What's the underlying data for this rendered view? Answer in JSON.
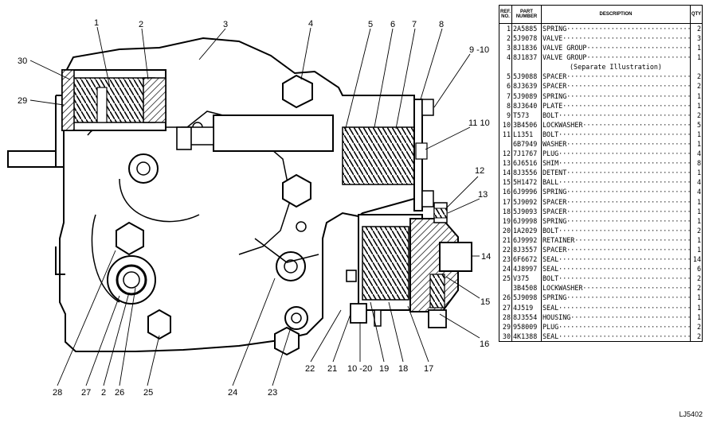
{
  "callouts": [
    {
      "id": "c1",
      "text": "1"
    },
    {
      "id": "c2",
      "text": "2"
    },
    {
      "id": "c3",
      "text": "3"
    },
    {
      "id": "c4",
      "text": "4"
    },
    {
      "id": "c5",
      "text": "5"
    },
    {
      "id": "c6",
      "text": "6"
    },
    {
      "id": "c7",
      "text": "7"
    },
    {
      "id": "c8",
      "text": "8"
    },
    {
      "id": "c9",
      "text": "9 -10"
    },
    {
      "id": "c11",
      "text": "11 10"
    },
    {
      "id": "c12",
      "text": "12"
    },
    {
      "id": "c13",
      "text": "13"
    },
    {
      "id": "c14",
      "text": "14"
    },
    {
      "id": "c15",
      "text": "15"
    },
    {
      "id": "c16",
      "text": "16"
    },
    {
      "id": "c17",
      "text": "17"
    },
    {
      "id": "c18",
      "text": "18"
    },
    {
      "id": "c19",
      "text": "19"
    },
    {
      "id": "c10",
      "text": "10 -20"
    },
    {
      "id": "c21",
      "text": "21"
    },
    {
      "id": "c22",
      "text": "22"
    },
    {
      "id": "c23",
      "text": "23"
    },
    {
      "id": "c24",
      "text": "24"
    },
    {
      "id": "c25",
      "text": "25"
    },
    {
      "id": "c26",
      "text": "26"
    },
    {
      "id": "c2b",
      "text": "2"
    },
    {
      "id": "c27",
      "text": "27"
    },
    {
      "id": "c28",
      "text": "28"
    },
    {
      "id": "c29",
      "text": "29"
    },
    {
      "id": "c30",
      "text": "30"
    }
  ],
  "parts_table": {
    "headers": {
      "ref": "REF. NO.",
      "part": "PART NUMBER",
      "desc": "DESCRIPTION",
      "qty": "QTY"
    },
    "rows": [
      {
        "ref": "1",
        "part": "2A5885",
        "desc": "SPRING",
        "qty": "2"
      },
      {
        "ref": "2",
        "part": "5J9078",
        "desc": "VALVE",
        "qty": "3"
      },
      {
        "ref": "3",
        "part": "8J1836",
        "desc": "VALVE GROUP",
        "qty": "1"
      },
      {
        "ref": "4",
        "part": "8J1837",
        "desc": "VALVE GROUP",
        "qty": "1"
      },
      {
        "ref": "",
        "part": "",
        "desc": "(Separate Illustration)",
        "qty": ""
      },
      {
        "ref": "5",
        "part": "5J9088",
        "desc": "SPACER",
        "qty": "2"
      },
      {
        "ref": "6",
        "part": "8J3639",
        "desc": "SPACER",
        "qty": "2"
      },
      {
        "ref": "7",
        "part": "5J9089",
        "desc": "SPRING",
        "qty": "1"
      },
      {
        "ref": "8",
        "part": "8J3640",
        "desc": "PLATE",
        "qty": "1"
      },
      {
        "ref": "9",
        "part": "T573",
        "desc": "BOLT",
        "qty": "2"
      },
      {
        "ref": "10",
        "part": "3B4506",
        "desc": "LOCKWASHER",
        "qty": "5"
      },
      {
        "ref": "11",
        "part": "L1351",
        "desc": "BOLT",
        "qty": "1"
      },
      {
        "ref": "",
        "part": "6B7949",
        "desc": "WASHER",
        "qty": "1"
      },
      {
        "ref": "12",
        "part": "7J1767",
        "desc": "PLUG",
        "qty": "4"
      },
      {
        "ref": "13",
        "part": "6J6516",
        "desc": "SHIM",
        "qty": "8"
      },
      {
        "ref": "14",
        "part": "8J3556",
        "desc": "DETENT",
        "qty": "1"
      },
      {
        "ref": "15",
        "part": "5H1472",
        "desc": "BALL",
        "qty": "4"
      },
      {
        "ref": "16",
        "part": "6J9996",
        "desc": "SPRING",
        "qty": "4"
      },
      {
        "ref": "17",
        "part": "5J9092",
        "desc": "SPACER",
        "qty": "1"
      },
      {
        "ref": "18",
        "part": "5J9093",
        "desc": "SPACER",
        "qty": "1"
      },
      {
        "ref": "19",
        "part": "6J9998",
        "desc": "SPRING",
        "qty": "1"
      },
      {
        "ref": "20",
        "part": "1A2029",
        "desc": "BOLT",
        "qty": "2"
      },
      {
        "ref": "21",
        "part": "6J9992",
        "desc": "RETAINER",
        "qty": "1"
      },
      {
        "ref": "22",
        "part": "8J3557",
        "desc": "SPACER",
        "qty": "1"
      },
      {
        "ref": "23",
        "part": "6F6672",
        "desc": "SEAL",
        "qty": "14"
      },
      {
        "ref": "24",
        "part": "4J8997",
        "desc": "SEAL",
        "qty": "6"
      },
      {
        "ref": "25",
        "part": "V375",
        "desc": "BOLT",
        "qty": "2"
      },
      {
        "ref": "",
        "part": "3B4508",
        "desc": "LOCKWASHER",
        "qty": "2"
      },
      {
        "ref": "26",
        "part": "5J9098",
        "desc": "SPRING",
        "qty": "1"
      },
      {
        "ref": "27",
        "part": "4J519",
        "desc": "SEAL",
        "qty": "1"
      },
      {
        "ref": "28",
        "part": "8J3554",
        "desc": "HOUSING",
        "qty": "1"
      },
      {
        "ref": "29",
        "part": "958009",
        "desc": "PLUG",
        "qty": "2"
      },
      {
        "ref": "30",
        "part": "4K1388",
        "desc": "SEAL",
        "qty": "2"
      }
    ]
  },
  "catalog_number": "LJ5402"
}
